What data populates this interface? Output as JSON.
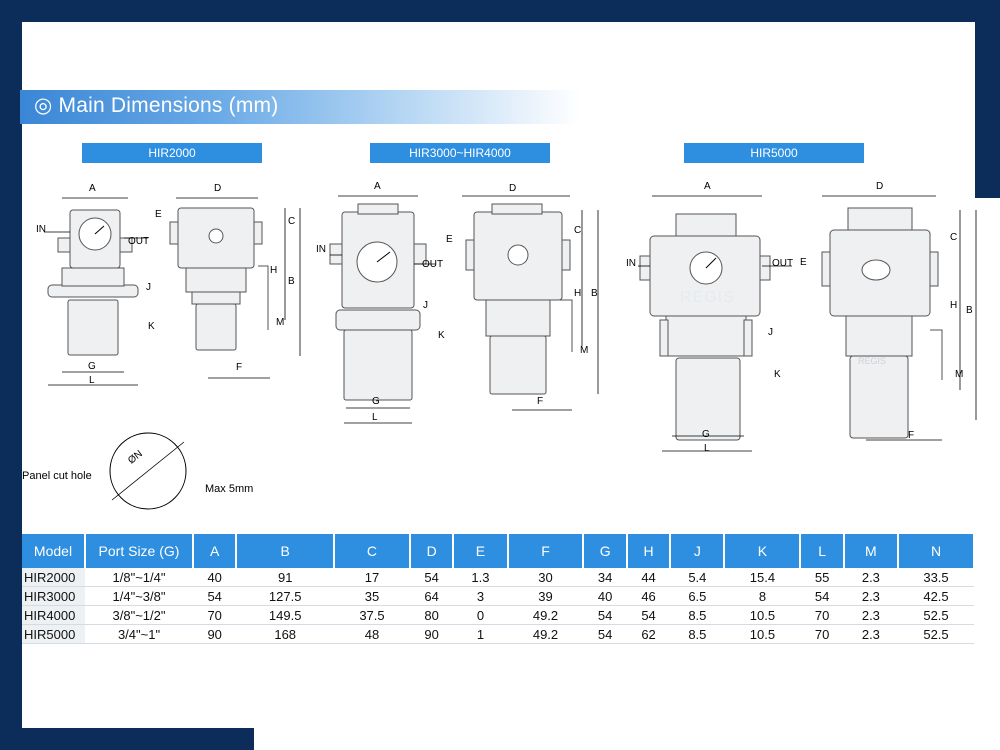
{
  "title": "◎ Main Dimensions (mm)",
  "models": [
    "HIR2000",
    "HIR3000~HIR4000",
    "HIR5000"
  ],
  "brand": "REGIS",
  "panel_cut_label": "Panel cut hole",
  "panel_dia_label": "ØN",
  "max_label": "Max 5mm",
  "letters": {
    "A": "A",
    "B": "B",
    "C": "C",
    "D": "D",
    "E": "E",
    "F": "F",
    "G": "G",
    "H": "H",
    "J": "J",
    "K": "K",
    "L": "L",
    "M": "M"
  },
  "ports": {
    "in": "IN",
    "out": "OUT"
  },
  "colors": {
    "navy": "#0c2c5a",
    "blue": "#2e8fe0"
  },
  "table": {
    "headers": [
      "Model",
      "Port Size (G)",
      "A",
      "B",
      "C",
      "D",
      "E",
      "F",
      "G",
      "H",
      "J",
      "K",
      "L",
      "M",
      "N"
    ],
    "rows": [
      [
        "HIR2000",
        "1/8\"~1/4\"",
        "40",
        "91",
        "17",
        "54",
        "1.3",
        "30",
        "34",
        "44",
        "5.4",
        "15.4",
        "55",
        "2.3",
        "33.5"
      ],
      [
        "HIR3000",
        "1/4\"~3/8\"",
        "54",
        "127.5",
        "35",
        "64",
        "3",
        "39",
        "40",
        "46",
        "6.5",
        "8",
        "54",
        "2.3",
        "42.5"
      ],
      [
        "HIR4000",
        "3/8\"~1/2\"",
        "70",
        "149.5",
        "37.5",
        "80",
        "0",
        "49.2",
        "54",
        "54",
        "8.5",
        "10.5",
        "70",
        "2.3",
        "52.5"
      ],
      [
        "HIR5000",
        "3/4\"~1\"",
        "90",
        "168",
        "48",
        "90",
        "1",
        "49.2",
        "54",
        "62",
        "8.5",
        "10.5",
        "70",
        "2.3",
        "52.5"
      ]
    ]
  }
}
